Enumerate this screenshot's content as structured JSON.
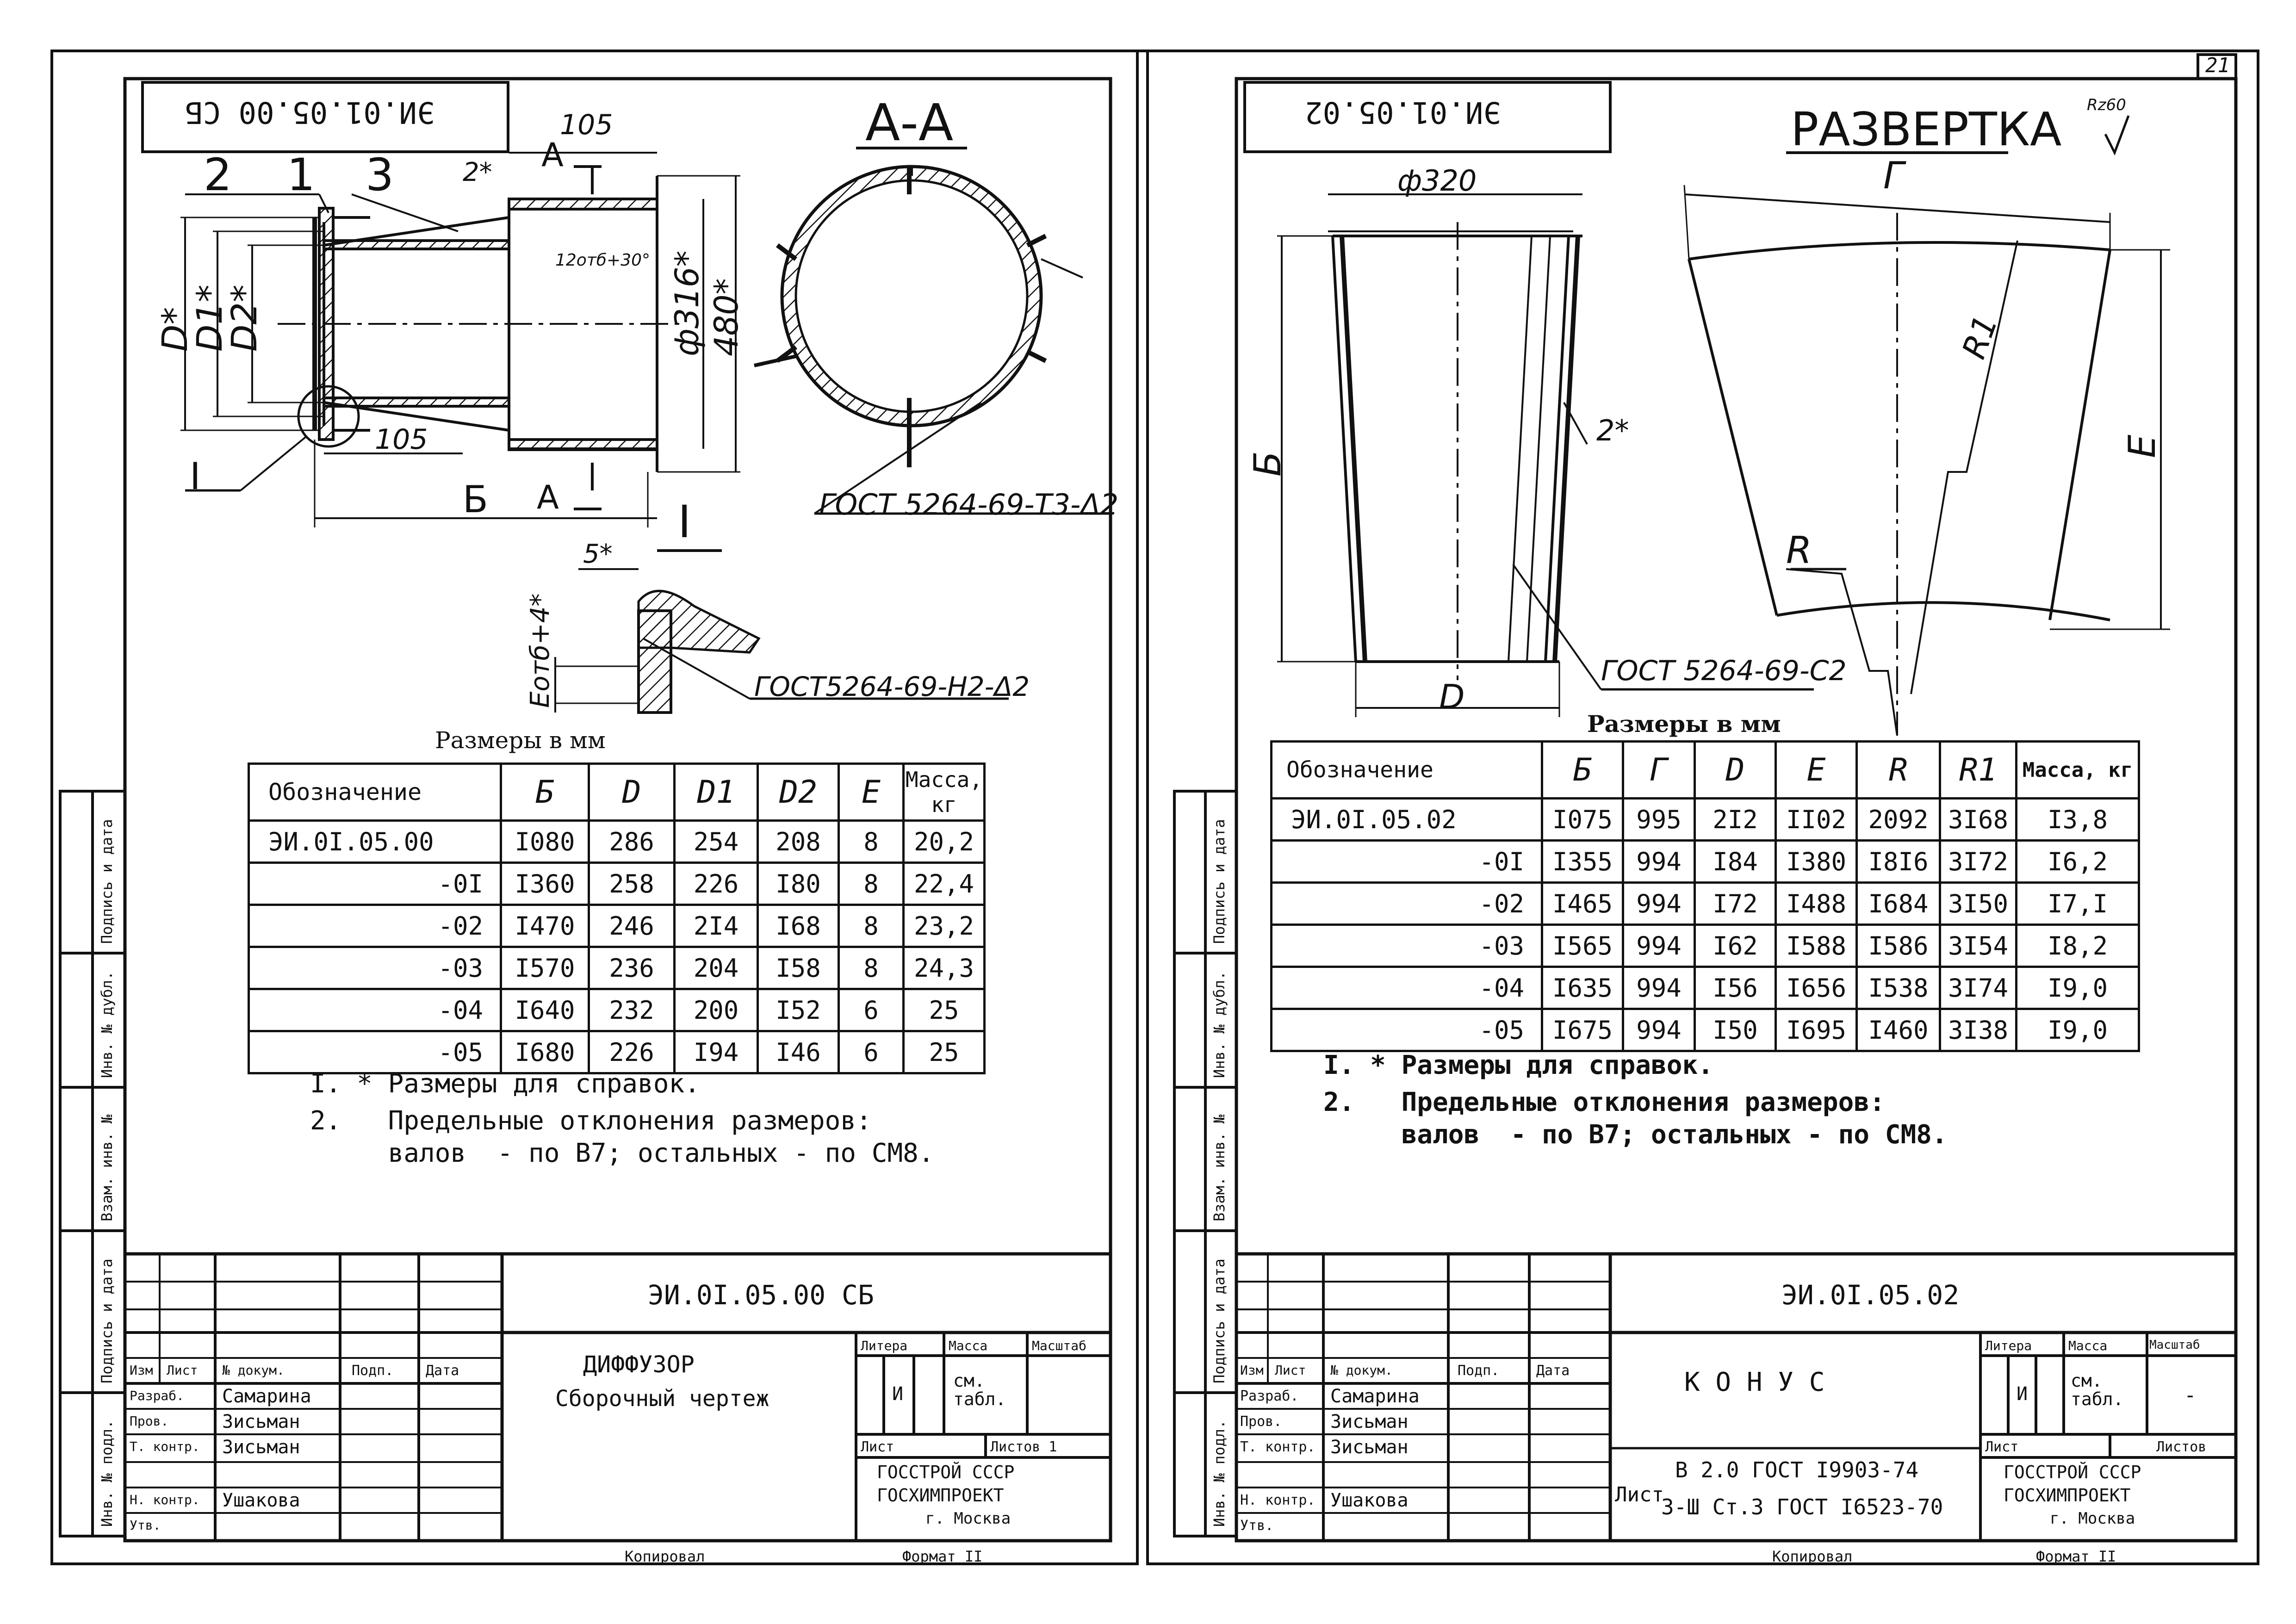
{
  "page_number": "21",
  "left": {
    "code_stamp": "ЭИ.01.05.00 СБ",
    "callouts": [
      "2",
      "1",
      "3"
    ],
    "section_title": "А-А",
    "section_mark": "А",
    "detail_mark": "I",
    "dims": {
      "d105_top": "105",
      "d105_bot": "105",
      "d2": "2*",
      "d12": "12отб+30°",
      "d316": "ф316*",
      "d480": "480*",
      "dD": "D*",
      "dD1": "D1*",
      "dD2": "D2*",
      "dB": "Б",
      "dE": "Eотб+4*",
      "d5": "5*"
    },
    "weld1": "ГОСТ 5264-69-Т3-Δ2",
    "weld2": "ГОСТ5264-69-Н2-Δ2",
    "units": "Размеры в мм",
    "table": {
      "headers": [
        "Обозначение",
        "Б",
        "D",
        "D1",
        "D2",
        "Е",
        "Масса, кг"
      ],
      "rows": [
        [
          "ЭИ.0I.05.00",
          "I080",
          "286",
          "254",
          "208",
          "8",
          "20,2"
        ],
        [
          "-0I",
          "I360",
          "258",
          "226",
          "I80",
          "8",
          "22,4"
        ],
        [
          "-02",
          "I470",
          "246",
          "2I4",
          "I68",
          "8",
          "23,2"
        ],
        [
          "-03",
          "I570",
          "236",
          "204",
          "I58",
          "8",
          "24,3"
        ],
        [
          "-04",
          "I640",
          "232",
          "200",
          "I52",
          "6",
          "25"
        ],
        [
          "-05",
          "I680",
          "226",
          "I94",
          "I46",
          "6",
          "25"
        ]
      ]
    },
    "notes": [
      "I. * Размеры для справок.",
      "2.   Предельные отклонения размеров:",
      "     валов  - по В7; остальных - по СМ8."
    ],
    "side_labels": [
      "Подпись и дата",
      "Инв. № дубл.",
      "Взам. инв. №",
      "Подпись и дата",
      "Инв. № подл."
    ],
    "title_block": {
      "doc_code": "ЭИ.0I.05.00 СБ",
      "name": "ДИФФУЗОР",
      "subname": "Сборочный чертеж",
      "col_headers": [
        "Изм",
        "Лист",
        "№ докум.",
        "Подп.",
        "Дата"
      ],
      "roles": [
        "Разраб.",
        "Пров.",
        "Т. контр.",
        "",
        "Н. контр.",
        "Утв."
      ],
      "people": [
        "Самарина",
        "Зисьман",
        "Зисьман",
        "",
        "Ушакова",
        ""
      ],
      "litera": "Литера",
      "massa": "Масса",
      "masshtab": "Масштаб",
      "litera_val": "И",
      "massa_val": "см. табл.",
      "list": "Лист",
      "listov": "Листов 1",
      "org": [
        "ГОССТРОЙ СССР",
        "ГОСХИМПРОЕКТ",
        "г. Москва"
      ],
      "copied": "Копировал",
      "format": "Формат II"
    }
  },
  "right": {
    "code_stamp": "ЭИ.01.05.02",
    "title": "РАЗВЕРТКА",
    "roughness": "Rz60",
    "dims": {
      "d320": "ф320",
      "dB": "Б",
      "dD": "D",
      "d2": "2*",
      "dG": "Г",
      "dE": "Е",
      "dR": "R",
      "dR1": "R1"
    },
    "weld": "ГОСТ 5264-69-С2",
    "units": "Размеры в мм",
    "table": {
      "headers": [
        "Обозначение",
        "Б",
        "Г",
        "D",
        "Е",
        "R",
        "R1",
        "Масса, кг"
      ],
      "rows": [
        [
          "ЭИ.0I.05.02",
          "I075",
          "995",
          "2I2",
          "II02",
          "2092",
          "3I68",
          "I3,8"
        ],
        [
          "-0I",
          "I355",
          "994",
          "I84",
          "I380",
          "I8I6",
          "3I72",
          "I6,2"
        ],
        [
          "-02",
          "I465",
          "994",
          "I72",
          "I488",
          "I684",
          "3I50",
          "I7,I"
        ],
        [
          "-03",
          "I565",
          "994",
          "I62",
          "I588",
          "I586",
          "3I54",
          "I8,2"
        ],
        [
          "-04",
          "I635",
          "994",
          "I56",
          "I656",
          "I538",
          "3I74",
          "I9,0"
        ],
        [
          "-05",
          "I675",
          "994",
          "I50",
          "I695",
          "I460",
          "3I38",
          "I9,0"
        ]
      ]
    },
    "notes": [
      "I. * Размеры для справок.",
      "2.   Предельные отклонения размеров:",
      "     валов  - по В7; остальных - по СМ8."
    ],
    "side_labels": [
      "Подпись и дата",
      "Инв. № дубл.",
      "Взам. инв. №",
      "Подпись и дата",
      "Инв. № подл."
    ],
    "title_block": {
      "doc_code": "ЭИ.0I.05.02",
      "name": "К О Н У С",
      "material1": "В 2.0 ГОСТ I9903-74",
      "material_prefix": "Лист",
      "material2": "3-Ш Ст.3 ГОСТ I6523-70",
      "col_headers": [
        "Изм",
        "Лист",
        "№ докум.",
        "Подп.",
        "Дата"
      ],
      "roles": [
        "Разраб.",
        "Пров.",
        "Т. контр.",
        "",
        "Н. контр.",
        "Утв."
      ],
      "people": [
        "Самарина",
        "Зисьман",
        "Зисьман",
        "",
        "Ушакова",
        ""
      ],
      "litera": "Литера",
      "massa": "Масса",
      "masshtab": "Масштаб",
      "litera_val": "И",
      "massa_val": "см. табл.",
      "masshtab_val": "-",
      "list": "Лист",
      "listov": "Листов",
      "org": [
        "ГОССТРОЙ СССР",
        "ГОСХИМПРОЕКТ",
        "г. Москва"
      ],
      "copied": "Копировал",
      "format": "Формат II"
    }
  }
}
